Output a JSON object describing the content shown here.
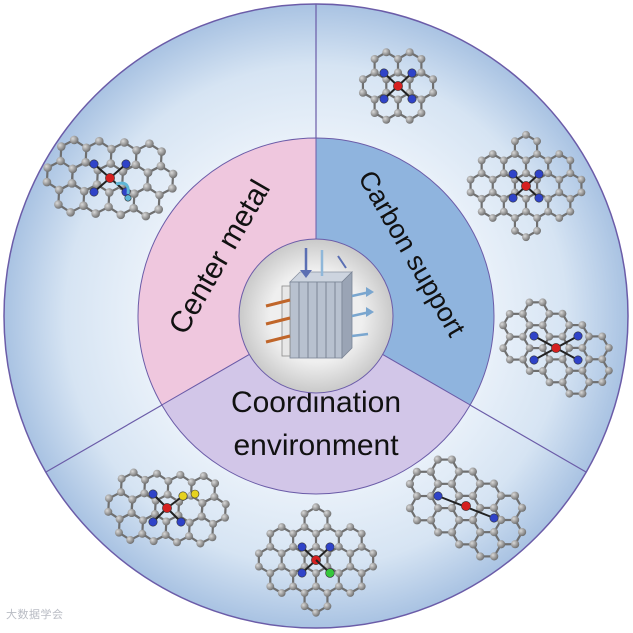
{
  "diagram": {
    "center_labels": {
      "left": "Center metal",
      "right": "Carbon support",
      "bottom_line1": "Coordination",
      "bottom_line2": "environment"
    },
    "colors": {
      "background": "#ffffff",
      "outer_ring_inner": "#ffffff",
      "outer_ring_edge": "#a9c3e3",
      "outer_border": "#6b5ca8",
      "divider": "#6b5ca8",
      "sector_center_metal": "#efc7de",
      "sector_carbon_support": "#8fb4de",
      "sector_coordination": "#d2c6e8",
      "core_disc": "#e3e3e3",
      "carbon_atom": "#8a8a8a",
      "bond": "#6f6f6f",
      "nitrogen_atom": "#2f43c8",
      "metal_atom": "#d52020",
      "sulfur_atom": "#e6d21e",
      "boron_atom": "#35c63b",
      "adsorbate": "#5fb6d6"
    },
    "molecules": [
      "center-metal-porphyrin-molecule",
      "carbon-support-porphyrin-molecule",
      "carbon-support-graphene-molecule",
      "carbon-support-divacancy-molecule",
      "coordination-s-doped-molecule",
      "coordination-b-doped-molecule",
      "coordination-n2-molecule"
    ],
    "central_device": "fuel-cell-stack-icon"
  },
  "watermark": "大数据学会"
}
